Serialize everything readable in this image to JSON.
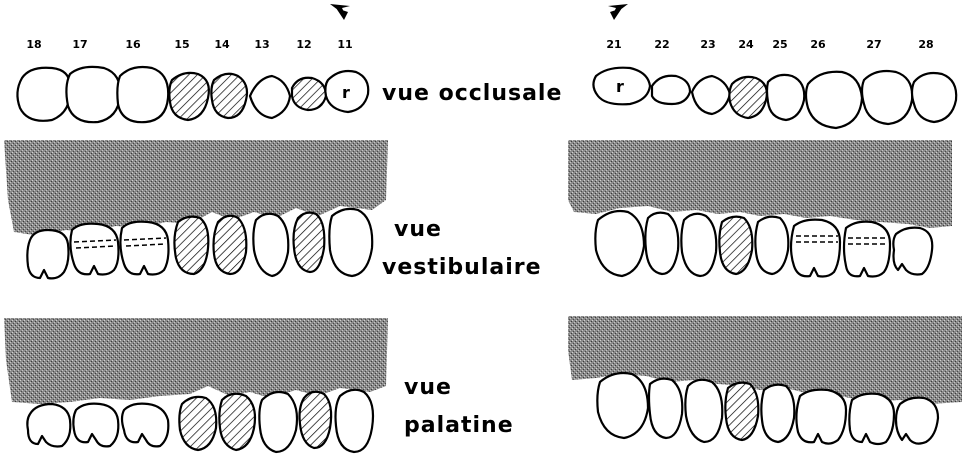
{
  "labels": {
    "occlusal": "vue occlusale",
    "vestibular_1": "vue",
    "vestibular_2": "vestibulaire",
    "palatal_1": "vue",
    "palatal_2": "palatine",
    "restoration_mark": "r"
  },
  "teeth_right": [
    "18",
    "17",
    "16",
    "15",
    "14",
    "13",
    "12",
    "11"
  ],
  "teeth_left": [
    "21",
    "22",
    "23",
    "24",
    "25",
    "26",
    "27",
    "28"
  ],
  "hatched_right_occlusal": [
    "15",
    "14",
    "12"
  ],
  "hatched_left_occlusal": [
    "24"
  ],
  "hatched_right_vestibular": [
    "15",
    "14",
    "12"
  ],
  "hatched_left_vestibular": [
    "24"
  ],
  "hatched_right_palatal": [
    "15",
    "14",
    "12"
  ],
  "hatched_left_palatal": [
    "24"
  ],
  "marked_teeth": [
    "11",
    "21"
  ]
}
